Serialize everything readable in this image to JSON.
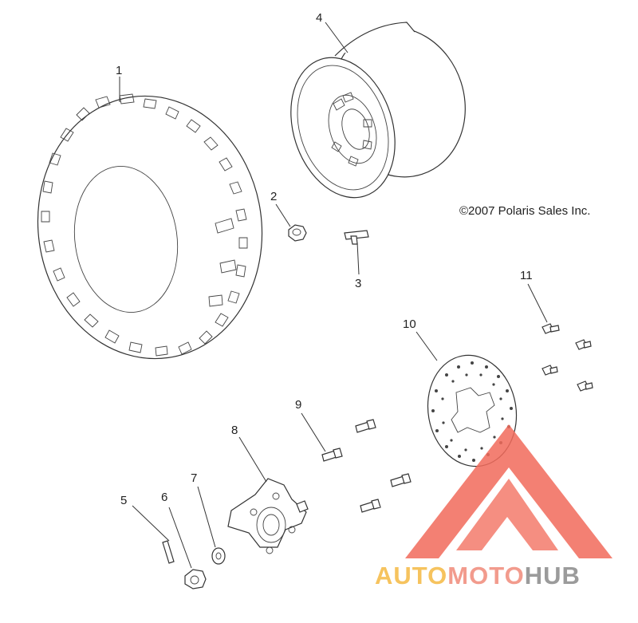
{
  "callouts": [
    {
      "id": "tire",
      "label": "1"
    },
    {
      "id": "nut",
      "label": "2"
    },
    {
      "id": "valve-stem",
      "label": "3"
    },
    {
      "id": "wheel-rim",
      "label": "4"
    },
    {
      "id": "cotter-pin",
      "label": "5"
    },
    {
      "id": "castle-nut",
      "label": "6"
    },
    {
      "id": "washer",
      "label": "7"
    },
    {
      "id": "hub",
      "label": "8"
    },
    {
      "id": "hub-bolt",
      "label": "9"
    },
    {
      "id": "brake-disc",
      "label": "10"
    },
    {
      "id": "disc-bolt",
      "label": "11"
    }
  ],
  "copyright": "©2007 Polaris Sales Inc.",
  "watermark": {
    "part1": "AUTO",
    "part2": "MOTO",
    "part3": "HUB",
    "color1": "#f5b942",
    "color2": "#f08a7a",
    "color3": "#8a8a8a",
    "triangle_color": "#f26b5b"
  }
}
